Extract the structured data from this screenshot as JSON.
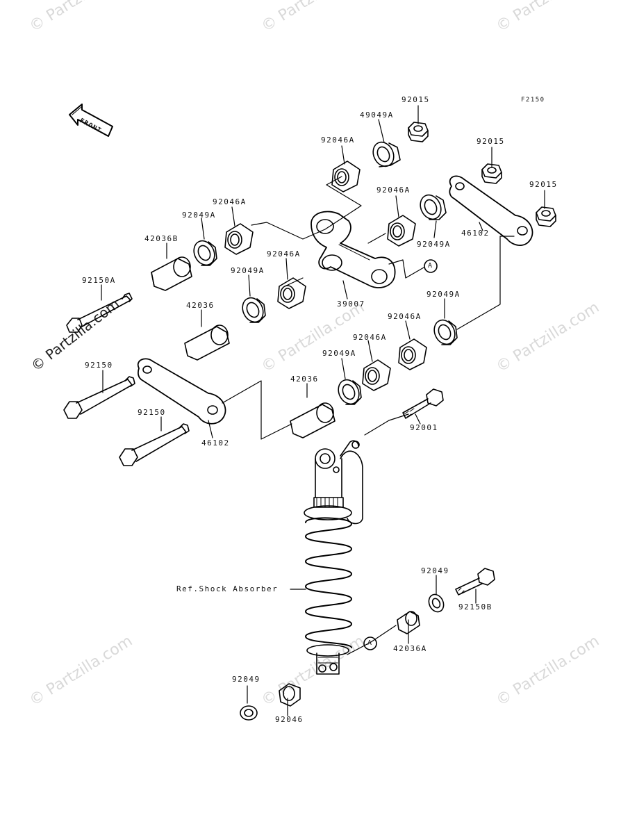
{
  "diagram_code": "F2150",
  "front_label": "FRONT",
  "watermark": "© Partzilla.com",
  "ref_label": "Ref.Shock Absorber",
  "callout_letter": "A",
  "parts": {
    "p92015_top": "92015",
    "p49049A": "49049A",
    "p92046A_top": "92046A",
    "p92015_mid": "92015",
    "p92015_right": "92015",
    "p92046A_mid": "92046A",
    "p92046A_left": "92046A",
    "p92049A_left": "92049A",
    "p42036B": "42036B",
    "p92049A_right": "92049A",
    "p46102_top": "46102",
    "p92046A_c": "92046A",
    "p92049A_c": "92049A",
    "p92150A": "92150A",
    "p39007": "39007",
    "p42036_top": "42036",
    "p92049A_far": "92049A",
    "p92046A_lo": "92046A",
    "p92046A_lo2": "92046A",
    "p92049A_lo": "92049A",
    "p92150_a": "92150",
    "p42036_lo": "42036",
    "p92150_b": "92150",
    "p46102_lo": "46102",
    "p92001": "92001",
    "p92049_r": "92049",
    "p92150B": "92150B",
    "p42036A": "42036A",
    "p92049_b": "92049",
    "p92046_b": "92046"
  }
}
